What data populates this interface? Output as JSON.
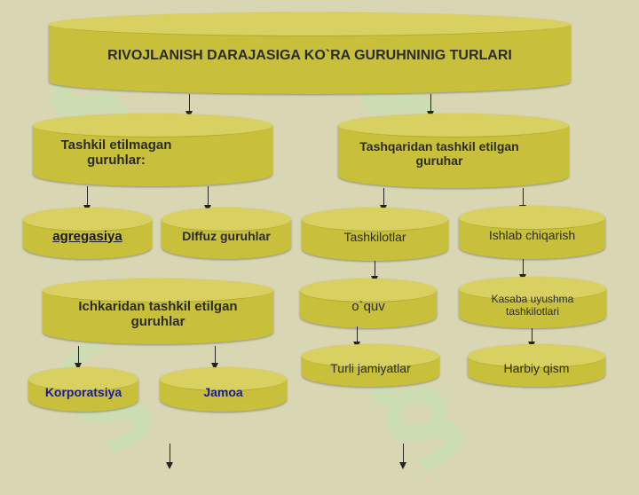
{
  "diagram": {
    "root": "RIVOJLANISH DARAJASIGA KO`RA GURUHNINIG TURLARI",
    "left": {
      "title": "Tashkil etilmagan guruhlar:",
      "children": [
        "agregasiya",
        "DIffuz guruhlar"
      ]
    },
    "inner": {
      "title": "Ichkaridan tashkil etilgan guruhlar",
      "children": [
        "Korporatsiya",
        "Jamoa"
      ]
    },
    "right": {
      "title": "Tashqaridan tashkil etilgan guruhar",
      "col1": [
        "Tashkilotlar",
        "o`quv",
        "Turli jamiyatlar"
      ],
      "col2": [
        "Ishlab chiqarish",
        "Kasaba uyushma tashkilotlari",
        "Harbiy qism"
      ]
    },
    "colors": {
      "background": "#d9d6b3",
      "node": "#c8c03a",
      "link_text": "#1a1a9e"
    }
  }
}
